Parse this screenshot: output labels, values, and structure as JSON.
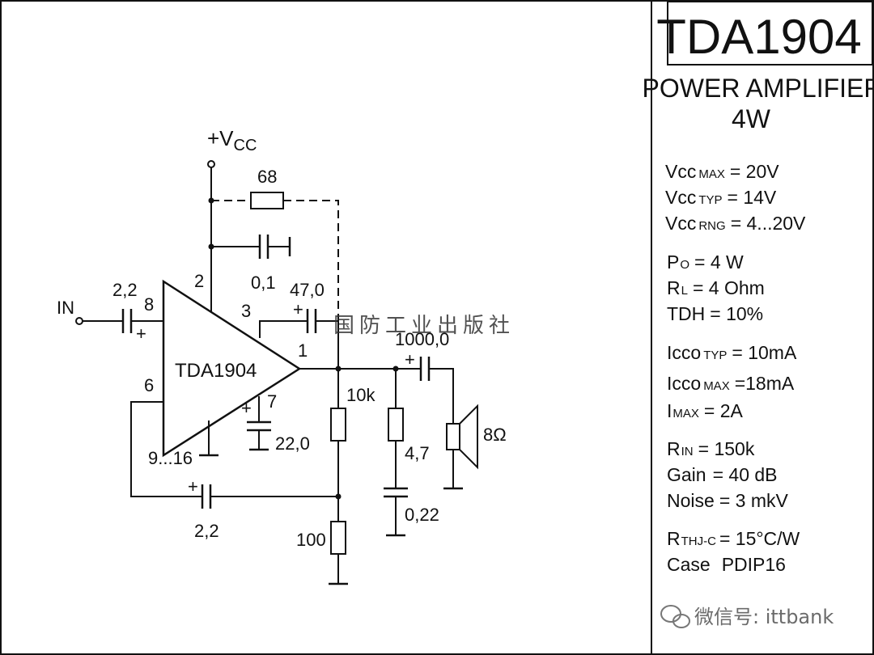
{
  "title_block": {
    "part_number": "TDA1904",
    "subtitle_line1": "POWER AMPLIFIER",
    "subtitle_line2": "4W"
  },
  "specs": [
    {
      "main": "Vcc",
      "sub": "MAX",
      "value": "= 20V"
    },
    {
      "main": "Vcc",
      "sub": "TYP",
      "value": "= 14V"
    },
    {
      "main": "Vcc",
      "sub": "RNG",
      "value": "= 4...20V"
    },
    {
      "main": "P",
      "sub": "O",
      "value": "= 4 W"
    },
    {
      "main": "R",
      "sub": "L",
      "value": "=  4 Ohm"
    },
    {
      "main": "TDH",
      "sub": "",
      "value": "= 10%"
    },
    {
      "main": "Icco",
      "sub": "TYP",
      "value": "= 10mA"
    },
    {
      "main": "Icco",
      "sub": "MAX",
      "value": "=18mA"
    },
    {
      "main": "I",
      "sub": "MAX",
      "value": "=  2A"
    },
    {
      "main": "R",
      "sub": "IN",
      "value": "=  150k"
    },
    {
      "main": "Gain",
      "sub": "",
      "value": "=  40 dB"
    },
    {
      "main": "Noise",
      "sub": "",
      "value": "= 3 mkV"
    },
    {
      "main": "R",
      "sub": "THJ-C",
      "value": "= 15°C/W"
    },
    {
      "main": "Case",
      "sub": "",
      "value": "PDIP16"
    }
  ],
  "schematic": {
    "supply_label": "+V",
    "supply_sub": "CC",
    "input_label": "IN",
    "ic_label": "TDA1904",
    "pins": {
      "p1": "1",
      "p2": "2",
      "p3": "3",
      "p6": "6",
      "p7": "7",
      "p8": "8",
      "p9_16": "9...16"
    },
    "components": {
      "r_feedback": "68",
      "c_decoupling": "0,1",
      "c_input": "2,2",
      "c_bootstrap": "47,0",
      "c_output": "1000,0",
      "c_pin7": "22,0",
      "c_feedback": "2,2",
      "r_divider_top": "10k",
      "r_divider_bottom": "100",
      "r_zobel": "4,7",
      "c_zobel": "0,22",
      "speaker": "8Ω"
    },
    "plus_sign": "+"
  },
  "watermark": {
    "publisher": "国防工业出版社",
    "wechat": "微信号: ittbank"
  }
}
